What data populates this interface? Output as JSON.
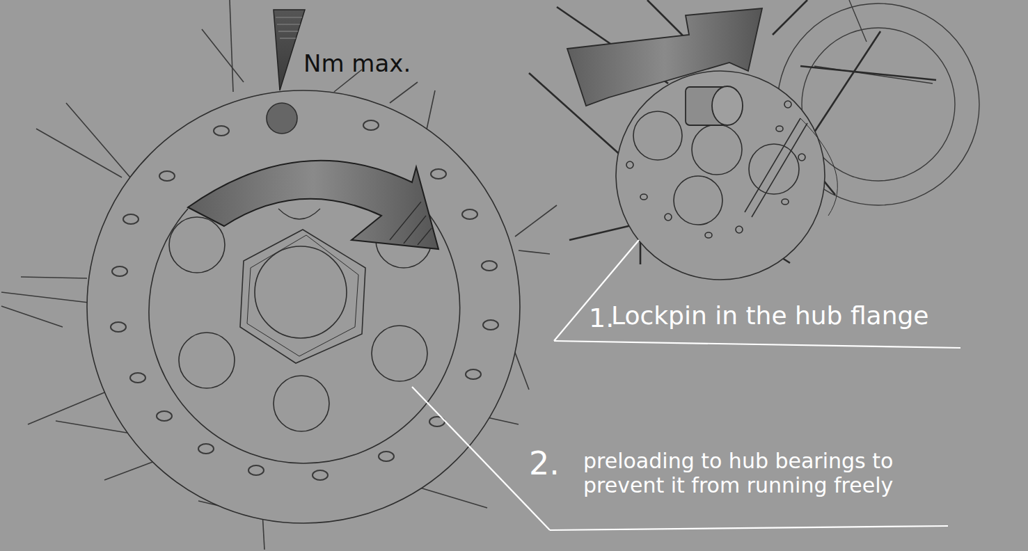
{
  "diagram": {
    "labels": [
      "Nm max.",
      "1.",
      "Lockpin in the hub flange",
      "2.",
      "preloading to hub bearings to prevent it from running freely"
    ]
  }
}
